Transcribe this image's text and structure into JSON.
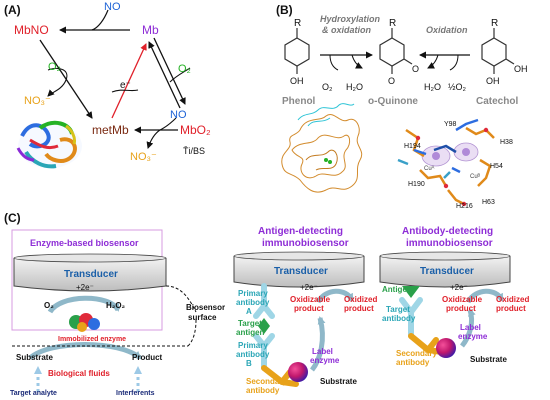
{
  "panelA": {
    "label": "(A)",
    "NO_top": "NO",
    "MbNO": "MbNO",
    "Mb": "Mb",
    "O2_left": "O₂",
    "NO3_left": "NO₃⁻",
    "electron": "e⁻",
    "O2_right": "O₂",
    "metMb": "metMb",
    "NO_mid": "NO",
    "MbO2": "MbO₂",
    "NO3_bottom": "NO₃⁻",
    "TiBS": "T̄i/BS"
  },
  "panelB": {
    "label": "(B)",
    "R1": "R",
    "R2": "R",
    "R3": "R",
    "hydroxylation": "Hydroxylation",
    "and_oxidation": "& oxidation",
    "oxidation": "Oxidation",
    "O2": "O₂",
    "H2O_left": "H₂O",
    "H2O_right": "H₂O",
    "half_O2": "½O₂",
    "phenol": "Phenol",
    "oquinone": "o-Quinone",
    "catechol": "Catechol",
    "residues": [
      "Y98",
      "H194",
      "H38",
      "H54",
      "H190",
      "H216",
      "H63"
    ],
    "cu_a": "Cuᴬ",
    "cu_b": "Cuᴮ"
  },
  "panelC": {
    "label": "(C)",
    "enzyme_title": "Enzyme-based biosensor",
    "transducer": "Transducer",
    "electrons": "+2e⁻",
    "o2": "O₂",
    "h2o2": "H₂O₂",
    "immobilized": "Immobilized enzyme",
    "substrate": "Substrate",
    "product": "Product",
    "biological_fluids": "Biological fluids",
    "target_analyte": "Target analyte",
    "interferents": "Interferents",
    "biosensor_surface_1": "Biosensor",
    "biosensor_surface_2": "surface",
    "antigen_title_1": "Antigen-detecting",
    "antigen_title_2": "immunobiosensor",
    "antibody_title_1": "Antibody-detecting",
    "antibody_title_2": "immunobiosensor",
    "primary_a_1": "Primary",
    "primary_a_2": "antibody",
    "primary_a_3": "A",
    "target_antigen_1": "Target",
    "target_antigen_2": "antigen",
    "primary_b_1": "Primary",
    "primary_b_2": "antibody",
    "primary_b_3": "B",
    "secondary_1": "Secondary",
    "secondary_2": "antibody",
    "oxidizable_1": "Oxidizable",
    "oxidizable_2": "product",
    "oxidized_1": "Oxidized",
    "oxidized_2": "product",
    "label_enzyme_1": "Label",
    "label_enzyme_2": "enzyme",
    "antigen": "Antigen",
    "target_antibody_1": "Target",
    "target_antibody_2": "antibody"
  }
}
